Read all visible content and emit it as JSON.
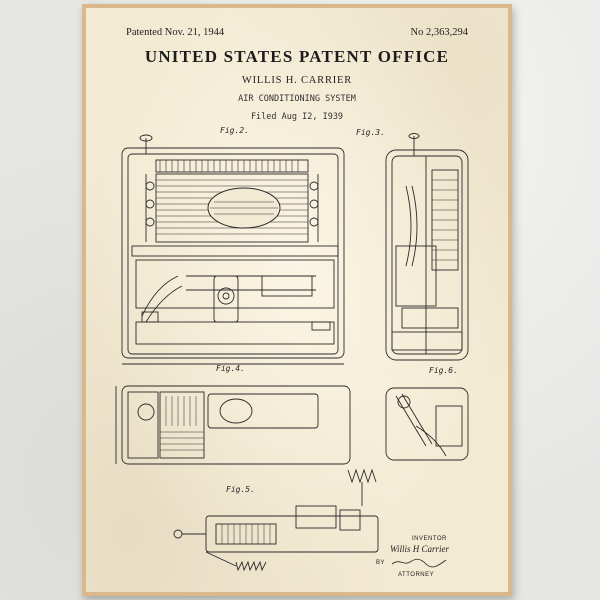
{
  "poster": {
    "patented": "Patented Nov. 21, 1944",
    "patent_number": "No 2,363,294",
    "office": "UNITED STATES PATENT OFFICE",
    "inventor_name": "WILLIS H. CARRIER",
    "system_title": "AIR CONDITIONING SYSTEM",
    "filed": "Filed Aug I2, I939"
  },
  "figures": {
    "fig2": "Fig.2.",
    "fig3": "Fig.3.",
    "fig4": "Fig.4.",
    "fig5": "Fig.5.",
    "fig6": "Fig.6."
  },
  "signature": {
    "inventor_label": "INVENTOR",
    "inventor_signature": "Willis H Carrier",
    "by_label": "BY",
    "attorney_label": "ATTORNEY"
  },
  "colors": {
    "frame": "#d9b98c",
    "paper": "#f3ead3",
    "ink": "#222222"
  }
}
